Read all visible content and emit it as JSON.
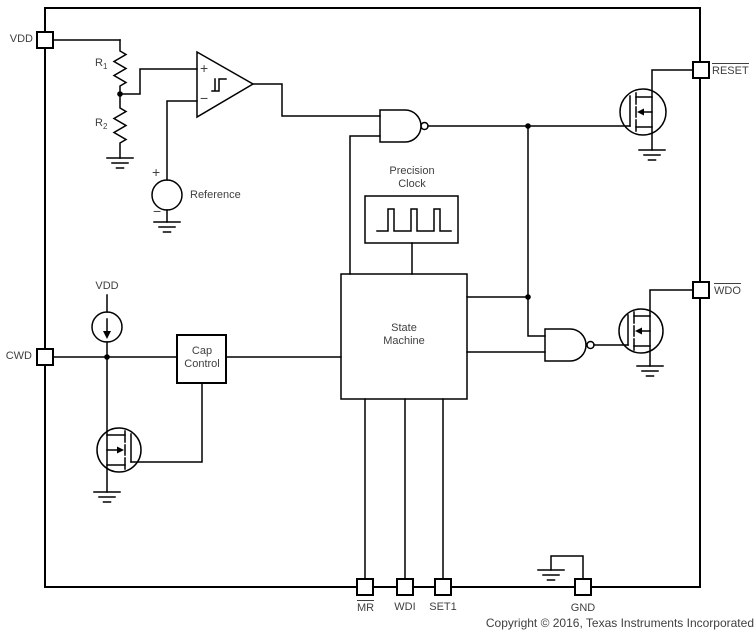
{
  "colors": {
    "line": "#000000",
    "text": "#3f3f3f",
    "background": "#ffffff"
  },
  "chip": {
    "pins": {
      "vdd": {
        "label": "VDD",
        "overline": false
      },
      "reset": {
        "label": "RESET",
        "overline": true
      },
      "wdo": {
        "label": "WDO",
        "overline": true
      },
      "cwd": {
        "label": "CWD",
        "overline": false
      },
      "mr": {
        "label": "MR",
        "overline": true
      },
      "wdi": {
        "label": "WDI",
        "overline": false
      },
      "set1": {
        "label": "SET1",
        "overline": false
      },
      "gnd": {
        "label": "GND",
        "overline": false
      }
    },
    "blocks": {
      "precision_clock": {
        "line1": "Precision",
        "line2": "Clock"
      },
      "state_machine": {
        "line1": "State",
        "line2": "Machine"
      },
      "cap_control": {
        "line1": "Cap",
        "line2": "Control"
      }
    },
    "components": {
      "r1": {
        "base": "R",
        "sub": "1"
      },
      "r2": {
        "base": "R",
        "sub": "2"
      },
      "reference": {
        "label": "Reference",
        "plus": "+",
        "minus": "−"
      },
      "comparator": {
        "plus": "+",
        "minus": "−"
      },
      "internal_vdd": {
        "label": "VDD"
      }
    }
  },
  "footer": {
    "copyright": "Copyright © 2016, Texas Instruments Incorporated"
  }
}
